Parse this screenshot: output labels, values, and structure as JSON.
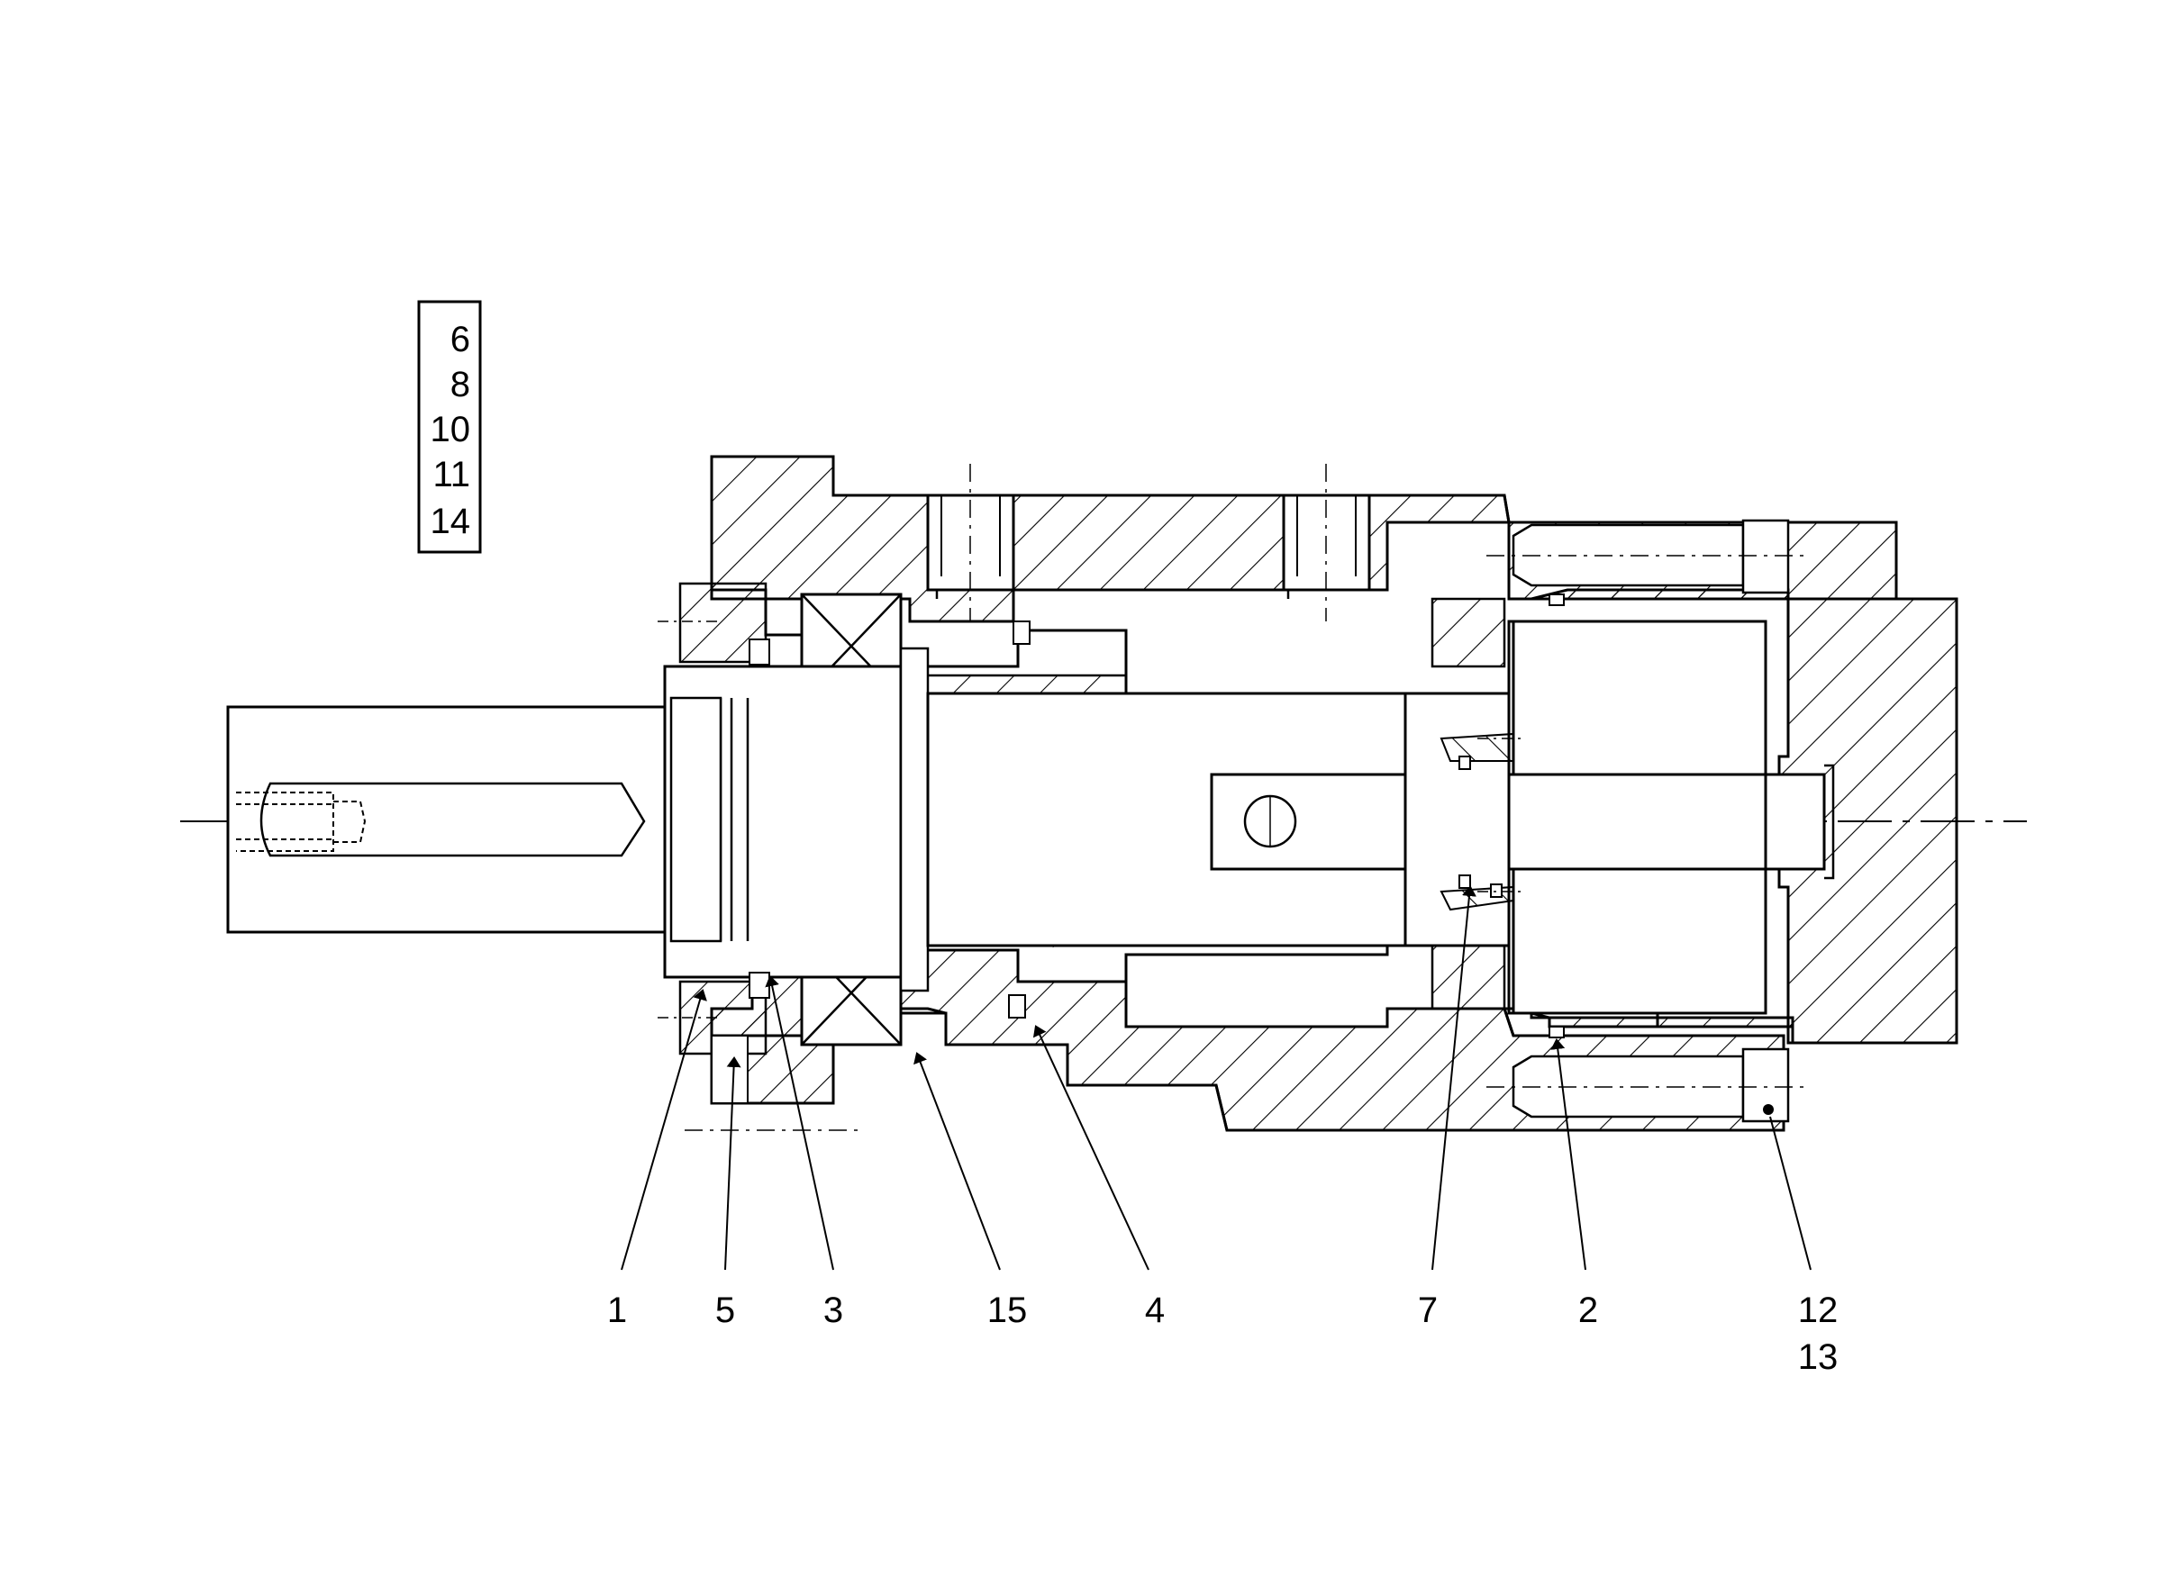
{
  "diagram": {
    "legend_box": {
      "items": [
        "6",
        "8",
        "10",
        "11",
        "14"
      ]
    },
    "callouts": [
      {
        "id": "c1",
        "label": "1"
      },
      {
        "id": "c5",
        "label": "5"
      },
      {
        "id": "c3",
        "label": "3"
      },
      {
        "id": "c15",
        "label": "15"
      },
      {
        "id": "c4",
        "label": "4"
      },
      {
        "id": "c7",
        "label": "7"
      },
      {
        "id": "c2",
        "label": "2"
      },
      {
        "id": "c12",
        "label": "12"
      },
      {
        "id": "c13",
        "label": "13"
      }
    ],
    "colors": {
      "line": "#000000",
      "background": "#ffffff"
    }
  }
}
